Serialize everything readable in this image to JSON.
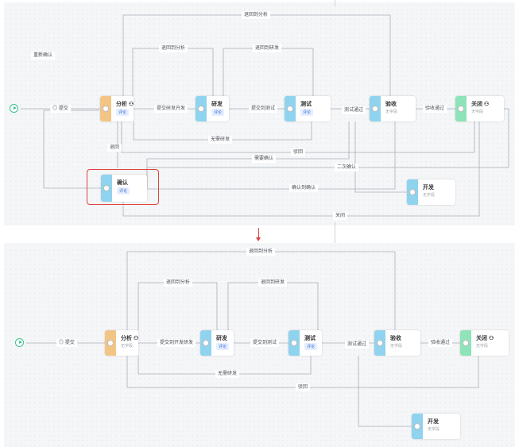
{
  "colors": {
    "start": "#3fbf8f",
    "analyze": "#f3c585",
    "step": "#8fd3ee",
    "close": "#8fe3b9",
    "highlight": "#e0433f",
    "arrow": "#d9423d"
  },
  "icons": {
    "start": "play-icon",
    "edit": "pencil-icon",
    "down_arrow": "arrow-down-icon"
  },
  "top": {
    "nodes": {
      "analyze": {
        "title": "分析 ⚇",
        "tag": "评论"
      },
      "develop": {
        "title": "研发",
        "tag": "评论"
      },
      "test": {
        "title": "测试",
        "tag": "评论"
      },
      "accept": {
        "title": "验收",
        "sub": "无字段"
      },
      "close": {
        "title": "关闭 ⚇",
        "sub": "无字段"
      },
      "confirm": {
        "title": "确认",
        "tag": "评论"
      },
      "open": {
        "title": "开发",
        "sub": "无字段"
      }
    },
    "labels": {
      "submit": "◎ 提交",
      "reanalyze": "重新确认",
      "back_top": "退回到分析",
      "back_analyze": "退回到分析",
      "back_dev": "退回到研发",
      "submit_dev": "提交研发开发",
      "submit_test": "提交到测试",
      "test_pass": "测试通过",
      "accept_pass": "验收通过",
      "no_need": "无需研发",
      "back": "退回",
      "reject": "驳回",
      "need_confirm": "需要确认",
      "more_confirm": "二次确认",
      "confirm_done": "确认到确认",
      "close_label": "关闭"
    }
  },
  "bottom": {
    "nodes": {
      "analyze": {
        "title": "分析 ⚇",
        "sub": "无字段"
      },
      "develop": {
        "title": "研发",
        "tag": "评论"
      },
      "test": {
        "title": "测试",
        "tag": "评论"
      },
      "accept": {
        "title": "验收",
        "sub": "无字段"
      },
      "close": {
        "title": "关闭 ⚇",
        "sub": "无字段"
      },
      "open": {
        "title": "开发",
        "sub": "无字段"
      }
    },
    "labels": {
      "submit": "◎ 提交",
      "back_top": "退回到分析",
      "back_analyze": "退回到分析",
      "back_dev": "退回到研发",
      "submit_dev": "提交到开发研发",
      "submit_test": "提交到测试",
      "test_pass": "测试通过",
      "accept_pass": "验收通过",
      "no_need": "无需研发",
      "reject": "驳回"
    }
  }
}
